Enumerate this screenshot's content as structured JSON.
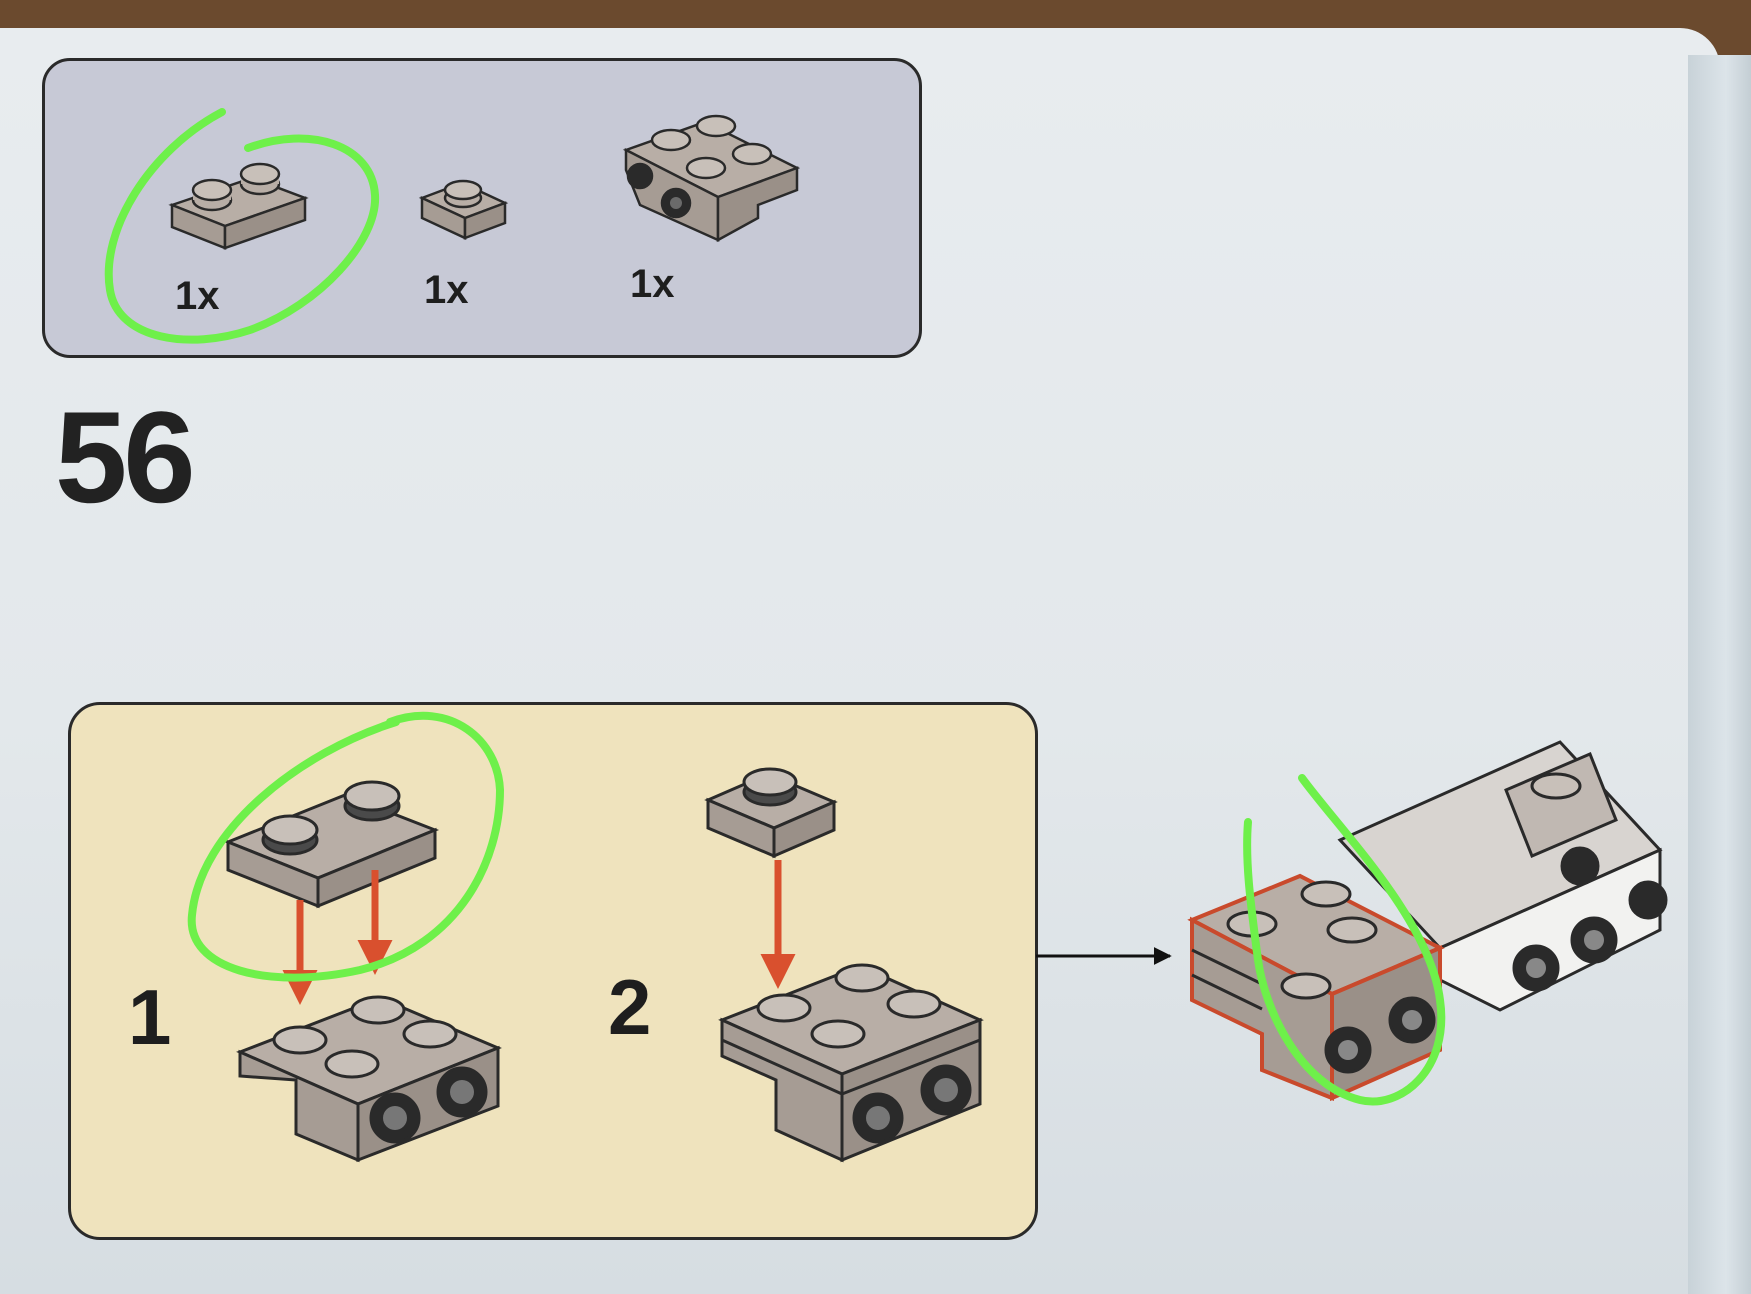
{
  "instruction_page": {
    "step_number": "56",
    "parts_list": [
      {
        "quantity": "1x",
        "part": "plate-1x2-icon",
        "color": "#b8aea6"
      },
      {
        "quantity": "1x",
        "part": "plate-1x1-icon",
        "color": "#b8aea6"
      },
      {
        "quantity": "1x",
        "part": "bracket-plate-2x2-icon",
        "color": "#b8aea6"
      }
    ],
    "sub_steps": [
      {
        "number": "1"
      },
      {
        "number": "2"
      }
    ],
    "colors": {
      "page": "#e6eaed",
      "parts_box": "#c7c9d6",
      "sub_box": "#efe3bd",
      "brick": "#b8aea6",
      "arrow": "#d9502e",
      "highlight_marker": "#6ef04a",
      "outline_new_parts": "#c94a2c"
    }
  }
}
